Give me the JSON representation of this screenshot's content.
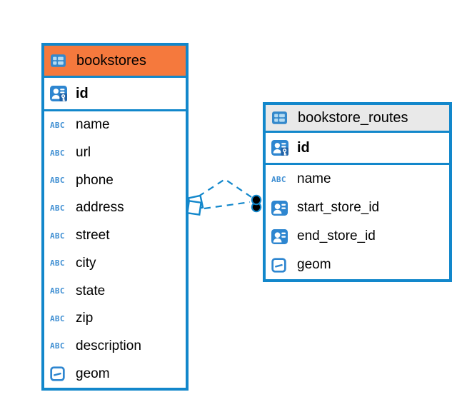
{
  "diagram": {
    "background_color": "#ffffff",
    "accent_blue": "#1287CB",
    "icon_blue": "#2E86D0",
    "text_type_icon_label": "ABC",
    "text_color": "#000000"
  },
  "tables": [
    {
      "name": "bookstores",
      "header_color": "#F5793D",
      "header_icon": "table-icon",
      "primary_key": {
        "name": "id",
        "icon": "primary-key-icon"
      },
      "columns": [
        {
          "name": "name",
          "icon": "text-type-icon"
        },
        {
          "name": "url",
          "icon": "text-type-icon"
        },
        {
          "name": "phone",
          "icon": "text-type-icon"
        },
        {
          "name": "address",
          "icon": "text-type-icon"
        },
        {
          "name": "street",
          "icon": "text-type-icon"
        },
        {
          "name": "city",
          "icon": "text-type-icon"
        },
        {
          "name": "state",
          "icon": "text-type-icon"
        },
        {
          "name": "zip",
          "icon": "text-type-icon"
        },
        {
          "name": "description",
          "icon": "text-type-icon"
        },
        {
          "name": "geom",
          "icon": "geometry-type-icon"
        }
      ]
    },
    {
      "name": "bookstore_routes",
      "header_color": "#E9E9E9",
      "header_icon": "table-icon",
      "primary_key": {
        "name": "id",
        "icon": "primary-key-icon"
      },
      "columns": [
        {
          "name": "name",
          "icon": "text-type-icon"
        },
        {
          "name": "start_store_id",
          "icon": "foreign-key-icon"
        },
        {
          "name": "end_store_id",
          "icon": "foreign-key-icon"
        },
        {
          "name": "geom",
          "icon": "geometry-type-icon"
        }
      ]
    }
  ],
  "relationships": {
    "style": "dashed",
    "line_color": "#1287CB",
    "source_table": "bookstores",
    "target_table": "bookstore_routes",
    "count": 2,
    "source_marker": "double-square",
    "target_marker": "double-dot"
  }
}
